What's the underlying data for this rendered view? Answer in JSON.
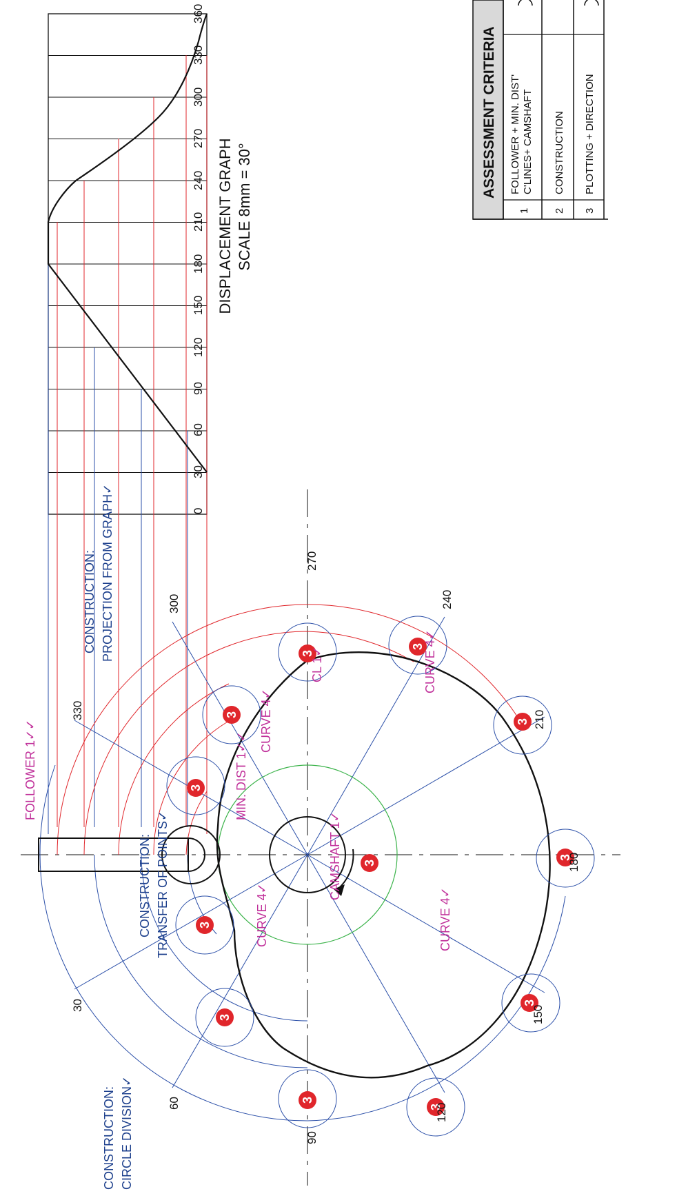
{
  "colors": {
    "ink": "#111111",
    "blue": "#2b4fa8",
    "red": "#e0262b",
    "green": "#3bb34a",
    "magenta": "#c0309a",
    "navy": "#1c3f8c",
    "header_fill": "#d9d9d9"
  },
  "graph": {
    "title": "DISPLACEMENT GRAPH",
    "scale": "SCALE  8mm = 30°",
    "ticks": [
      "0",
      "30",
      "60",
      "90",
      "120",
      "150",
      "180",
      "210",
      "240",
      "270",
      "300",
      "330",
      "360"
    ]
  },
  "cam_angles": {
    "a30": "30",
    "a60": "60",
    "a90": "90",
    "a120": "120",
    "a150": "150",
    "a180": "180",
    "a210": "210",
    "a240": "240",
    "a270": "270",
    "a300": "300",
    "a330": "330"
  },
  "labels": {
    "follower": "FOLLOWER 1✓✓",
    "constr_transfer_1": "CONSTRUCTION:",
    "constr_transfer_2": "TRANSFER OF POINTS✓",
    "constr_circle_1": "CONSTRUCTION:",
    "constr_circle_2": "CIRCLE DIVISION✓",
    "constr_proj_1": "CONSTRUCTION:",
    "constr_proj_2": "PROJECTION FROM GRAPH✓",
    "curve_a": "CURVE 4✓",
    "curve_b": "CURVE 4✓",
    "curve_c": "CURVE 4✓",
    "curve_d": "CURVE 4✓",
    "cl": "CL 1✓",
    "min_dist": "MIN. DIST 1✓✓",
    "camshaft": "CAMSHAFT 1✓",
    "mark": "3"
  },
  "assessment": {
    "title": "ASSESSMENT CRITERIA",
    "rows": [
      {
        "num": "1",
        "line1": "FOLLOWER + MIN. DIST'",
        "line2": "C'LINES+ CAMSHAFT"
      },
      {
        "num": "2",
        "line1": "CONSTRUCTION",
        "line2": ""
      },
      {
        "num": "3",
        "line1": "PLOTTING + DIRECTION",
        "line2": ""
      }
    ]
  }
}
